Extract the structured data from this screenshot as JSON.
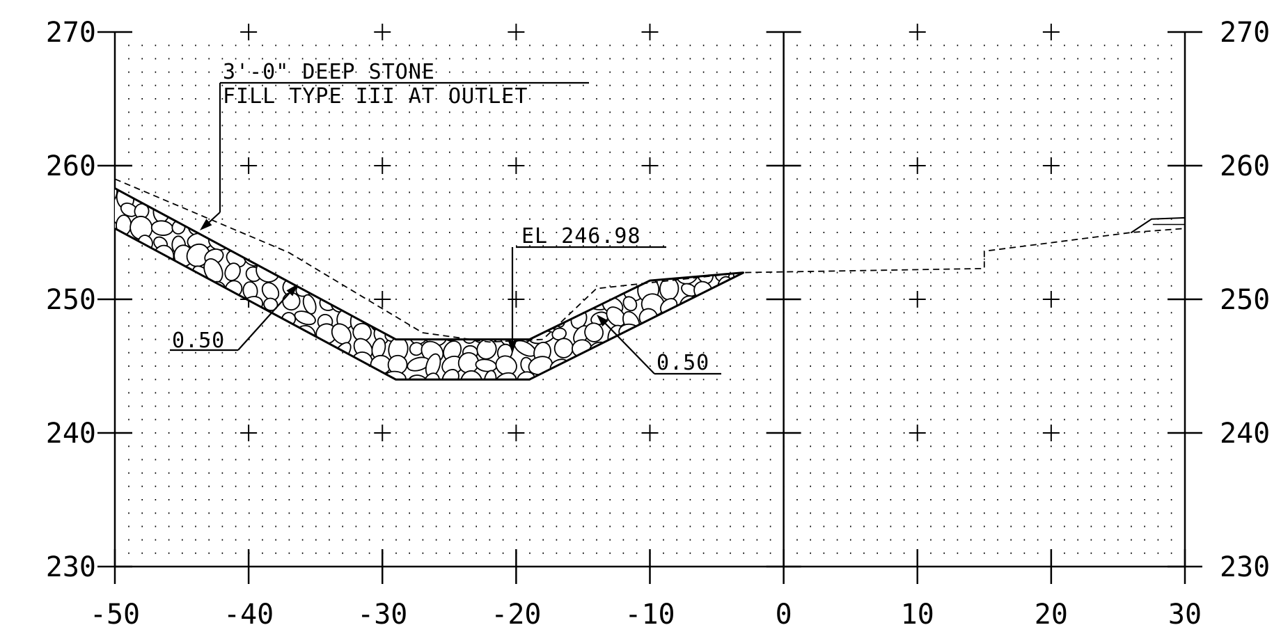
{
  "drawing": {
    "x_range": [
      -50,
      30
    ],
    "y_range": [
      230,
      270
    ],
    "x_ticks": [
      -50,
      -40,
      -30,
      -20,
      -10,
      0,
      10,
      20,
      30
    ],
    "x_tick_labels": [
      "-50",
      "-40",
      "-30",
      "-20",
      "-10",
      "0",
      "10",
      "20",
      "30"
    ],
    "y_ticks": [
      230,
      240,
      250,
      260,
      270
    ],
    "y_tick_labels": [
      "230",
      "240",
      "250",
      "260",
      "270"
    ],
    "dot_grid": true,
    "line_color": "#000000",
    "background": "#ffffff"
  },
  "annotations": {
    "stone_fill_line1": "3'-0\" DEEP STONE",
    "stone_fill_line2": "FILL TYPE III AT OUTLET",
    "elevation": "EL 246.98",
    "left_slope": "0.50",
    "right_slope": "0.50"
  },
  "profiles": {
    "stone_top": [
      [
        -50,
        258.3
      ],
      [
        -29,
        247.0
      ],
      [
        -19,
        247.0
      ],
      [
        -10,
        251.4
      ],
      [
        -3,
        252.0
      ]
    ],
    "stone_bottom": [
      [
        -50,
        255.3
      ],
      [
        -29,
        244.0
      ],
      [
        -19,
        244.0
      ],
      [
        -3,
        252.0
      ]
    ],
    "existing_ground": [
      [
        -50,
        259.0
      ],
      [
        -37,
        253.5
      ],
      [
        -32,
        250.5
      ],
      [
        -27,
        247.5
      ],
      [
        -22,
        246.8
      ],
      [
        -18,
        247.0
      ],
      [
        -14,
        250.8
      ],
      [
        -3,
        252.0
      ],
      [
        15,
        252.3
      ],
      [
        15,
        253.6
      ],
      [
        26,
        255.0
      ],
      [
        30,
        255.3
      ]
    ],
    "road_edge": [
      [
        26,
        255.0
      ],
      [
        27.5,
        256.0
      ],
      [
        30,
        256.1
      ]
    ]
  }
}
